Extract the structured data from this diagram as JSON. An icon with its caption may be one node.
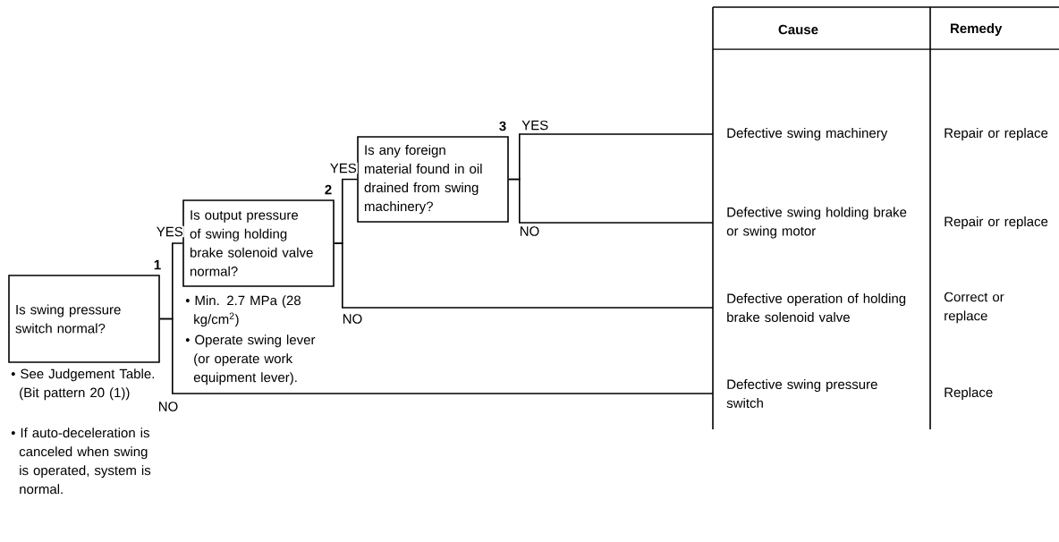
{
  "diagram": {
    "nodes": [
      {
        "text": [
          "Is swing pressure switch normal?"
        ],
        "beside": [
          "1",
          "• See Judgement Table. (Bit pattern 20 (1))",
          "• If auto-deceleration is canceled when swing is operated, system is normal."
        ]
      },
      {
        "text": [
          "Is output pressure of swing holding brake solenoid valve normal?"
        ],
        "beside": [
          "2",
          "• Min. 2.7 MPa (28 kg/cm$^{2}$)",
          "• Operate swing lever (or operate work equipment lever)."
        ]
      },
      {
        "text": [
          "Is any foreign material found in oil drained from swing machinery?"
        ],
        "beside": [
          "3"
        ]
      },
      {
        "text": [
          "Defective swing machinery"
        ]
      },
      {
        "text": [
          "Defective swing holding brake or swing motor"
        ]
      },
      {
        "text": [
          "Defective operation of holding brake solenoid valve"
        ]
      },
      {
        "text": [
          "Defective swing pressure switch"
        ]
      }
    ],
    "edges": [
      {
        "from": 0,
        "to": 1,
        "arrow": "none",
        "label": "YES"
      },
      {
        "from": 0,
        "to": 6,
        "arrow": "none",
        "label": "NO"
      },
      {
        "from": 1,
        "to": 2,
        "arrow": "none",
        "label": "YES"
      },
      {
        "from": 1,
        "to": 5,
        "arrow": "none",
        "label": "NO"
      },
      {
        "from": 2,
        "to": 3,
        "arrow": "none",
        "label": "YES"
      },
      {
        "from": 2,
        "to": 4,
        "arrow": "none",
        "label": "NO"
      }
    ],
    "labels": [
      "Cause",
      "Remedy",
      "Repair or replace",
      "Repair or replace",
      "Correct or replace",
      "Replace"
    ]
  }
}
